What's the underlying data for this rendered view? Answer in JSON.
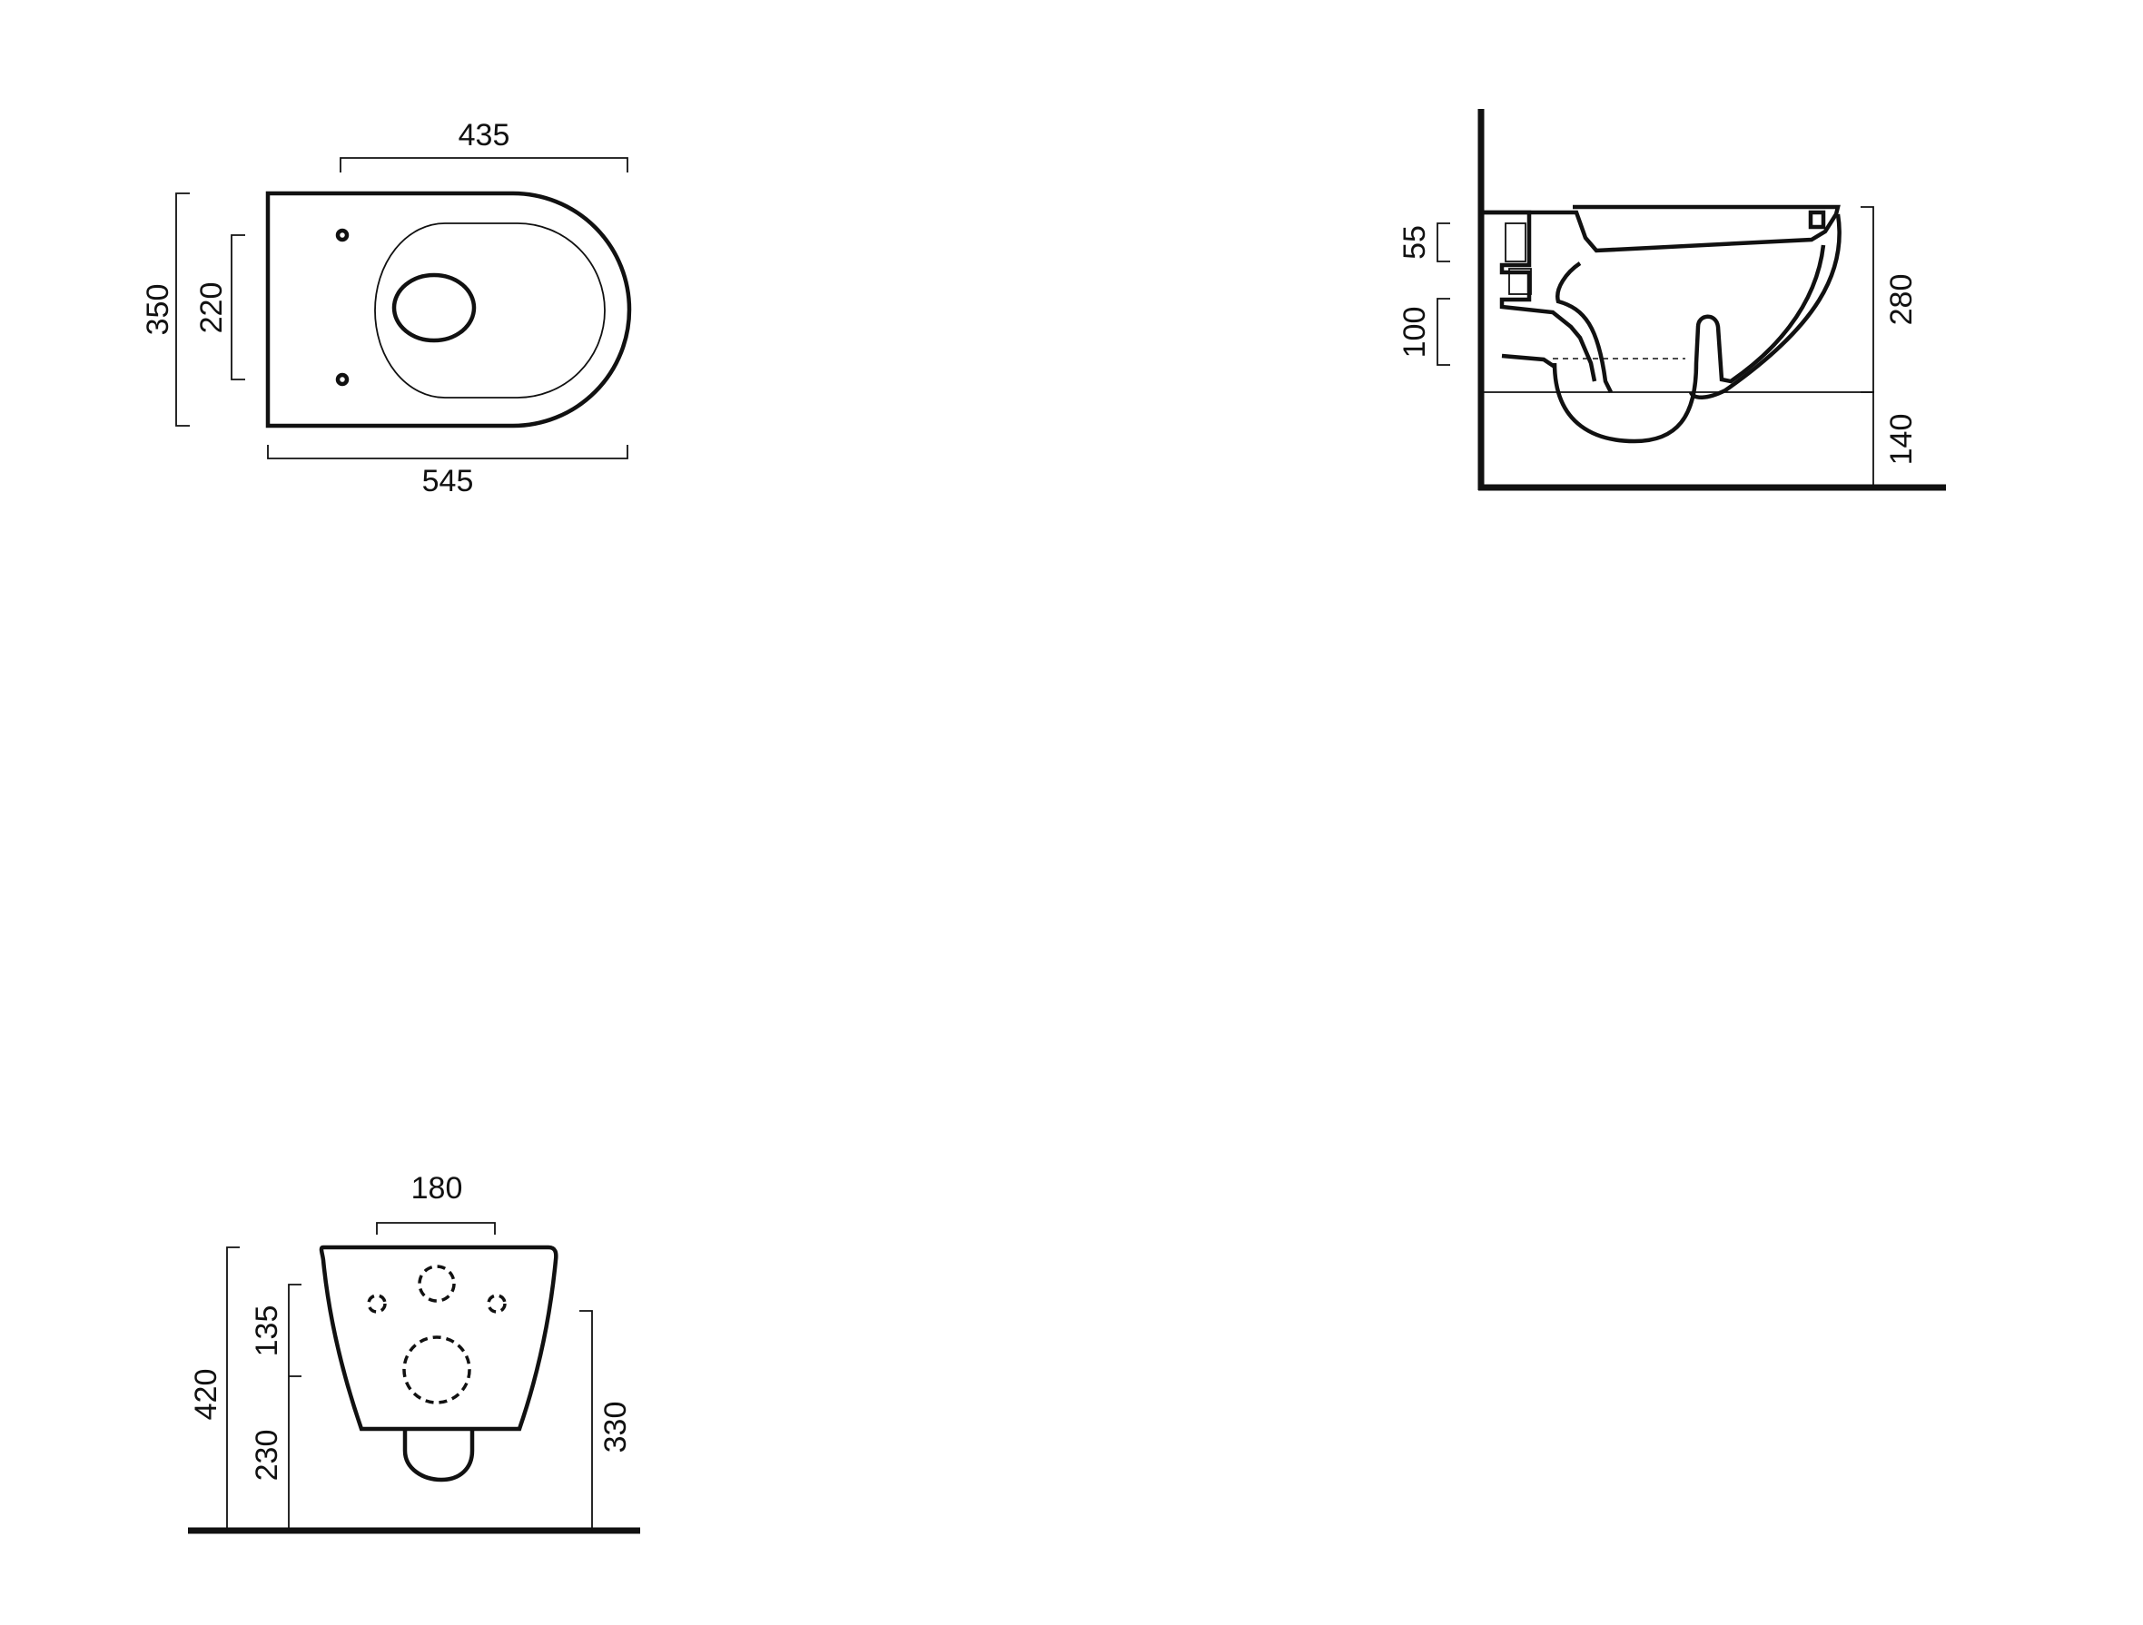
{
  "top_view": {
    "dim_top_width": "435",
    "dim_total_length": "545",
    "dim_total_width": "350",
    "dim_hole_spacing": "220"
  },
  "side_view": {
    "dim_top_gap": "55",
    "dim_outlet_height": "100",
    "dim_bowl_height": "280",
    "dim_floor_clearance": "140"
  },
  "front_view": {
    "dim_inlet_spacing": "180",
    "dim_total_height": "420",
    "dim_upper_offset": "135",
    "dim_lower_height": "230",
    "dim_rim_height": "330"
  },
  "colors": {
    "line": "#111111",
    "background": "#ffffff"
  }
}
